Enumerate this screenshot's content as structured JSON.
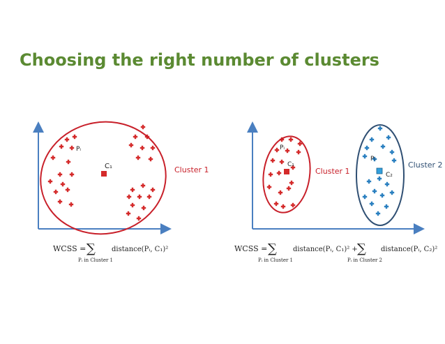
{
  "title": "Choosing the right number of clusters",
  "colors": {
    "title": "#5b8a32",
    "red": "#d42a2a",
    "blue": "#2a7fc0",
    "ellipse_red": "#c8202a",
    "ellipse_blue": "#2f4f73",
    "axis": "#4a7fc0",
    "text": "#222222"
  },
  "left": {
    "point_label": "Pᵢ",
    "centroid_label": "C₁",
    "cluster_label": "Cluster 1",
    "formula": {
      "lhs": "WCSS =",
      "sum": "∑",
      "term": "distance(Pᵢ, C₁)²",
      "subscript": "Pᵢ in Cluster 1"
    }
  },
  "right": {
    "point_label_1": "Pᵢ",
    "point_label_2": "Pᵢ",
    "centroid_label_1": "C₁",
    "centroid_label_2": "C₂",
    "cluster_label_1": "Cluster 1",
    "cluster_label_2": "Cluster 2",
    "formula": {
      "lhs": "WCSS =",
      "sum1": "∑",
      "term1": "distance(Pᵢ, C₁)² +",
      "sub1": "Pᵢ in Cluster 1",
      "sum2": "∑",
      "term2": "distance(Pᵢ, C₂)²",
      "sub2": "Pᵢ in Cluster 2"
    }
  }
}
